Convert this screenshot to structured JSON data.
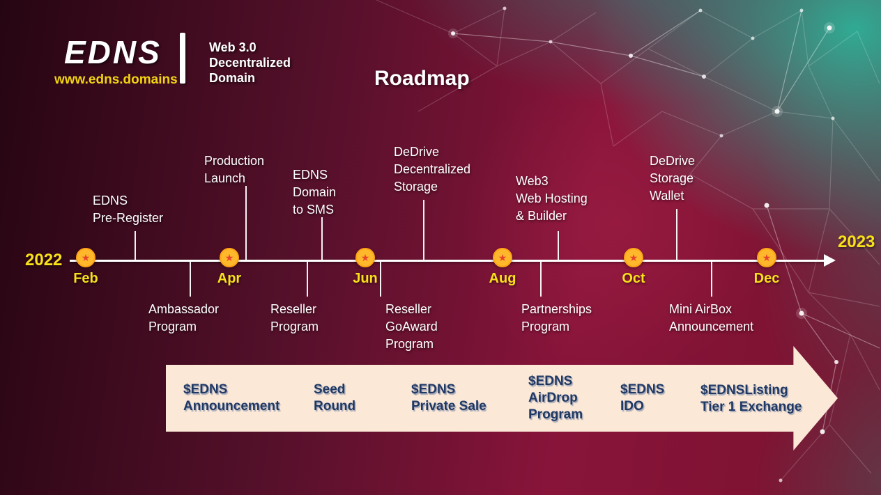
{
  "header": {
    "logo": "EDNS",
    "website": "www.edns.domains",
    "tagline": "Web 3.0\nDecentralized\nDomain",
    "title": "Roadmap"
  },
  "timeline": {
    "year_start": "2022",
    "year_end": "2023",
    "months": [
      "Feb",
      "Apr",
      "Jun",
      "Aug",
      "Oct",
      "Dec"
    ],
    "milestones_above": [
      "EDNS\nPre-Register",
      "Production\nLaunch",
      "EDNS\nDomain\nto SMS",
      "DeDrive\nDecentralized\nStorage",
      "Web3\nWeb Hosting\n& Builder",
      "DeDrive\nStorage\nWallet"
    ],
    "milestones_below": [
      "Ambassador\nProgram",
      "Reseller\nProgram",
      "Reseller\nGoAward\nProgram",
      "Partnerships\nProgram",
      "Mini AirBox\nAnnouncement"
    ]
  },
  "banner": {
    "items": [
      "$EDNS\nAnnouncement",
      "Seed\nRound",
      "$EDNS\nPrivate Sale",
      "$EDNS\nAirDrop\nProgram",
      "$EDNS\nIDO",
      "$EDNSListing\nTier 1 Exchange"
    ]
  },
  "icons": {
    "star": "★"
  },
  "colors": {
    "accent_yellow": "#f8e11a",
    "marker_orange": "#ffb72b",
    "marker_star_red": "#e8432c",
    "banner_background": "#fbe8d7",
    "banner_text": "#1f3864",
    "teal_corner": "#2cb298",
    "crimson": "#88143a"
  }
}
